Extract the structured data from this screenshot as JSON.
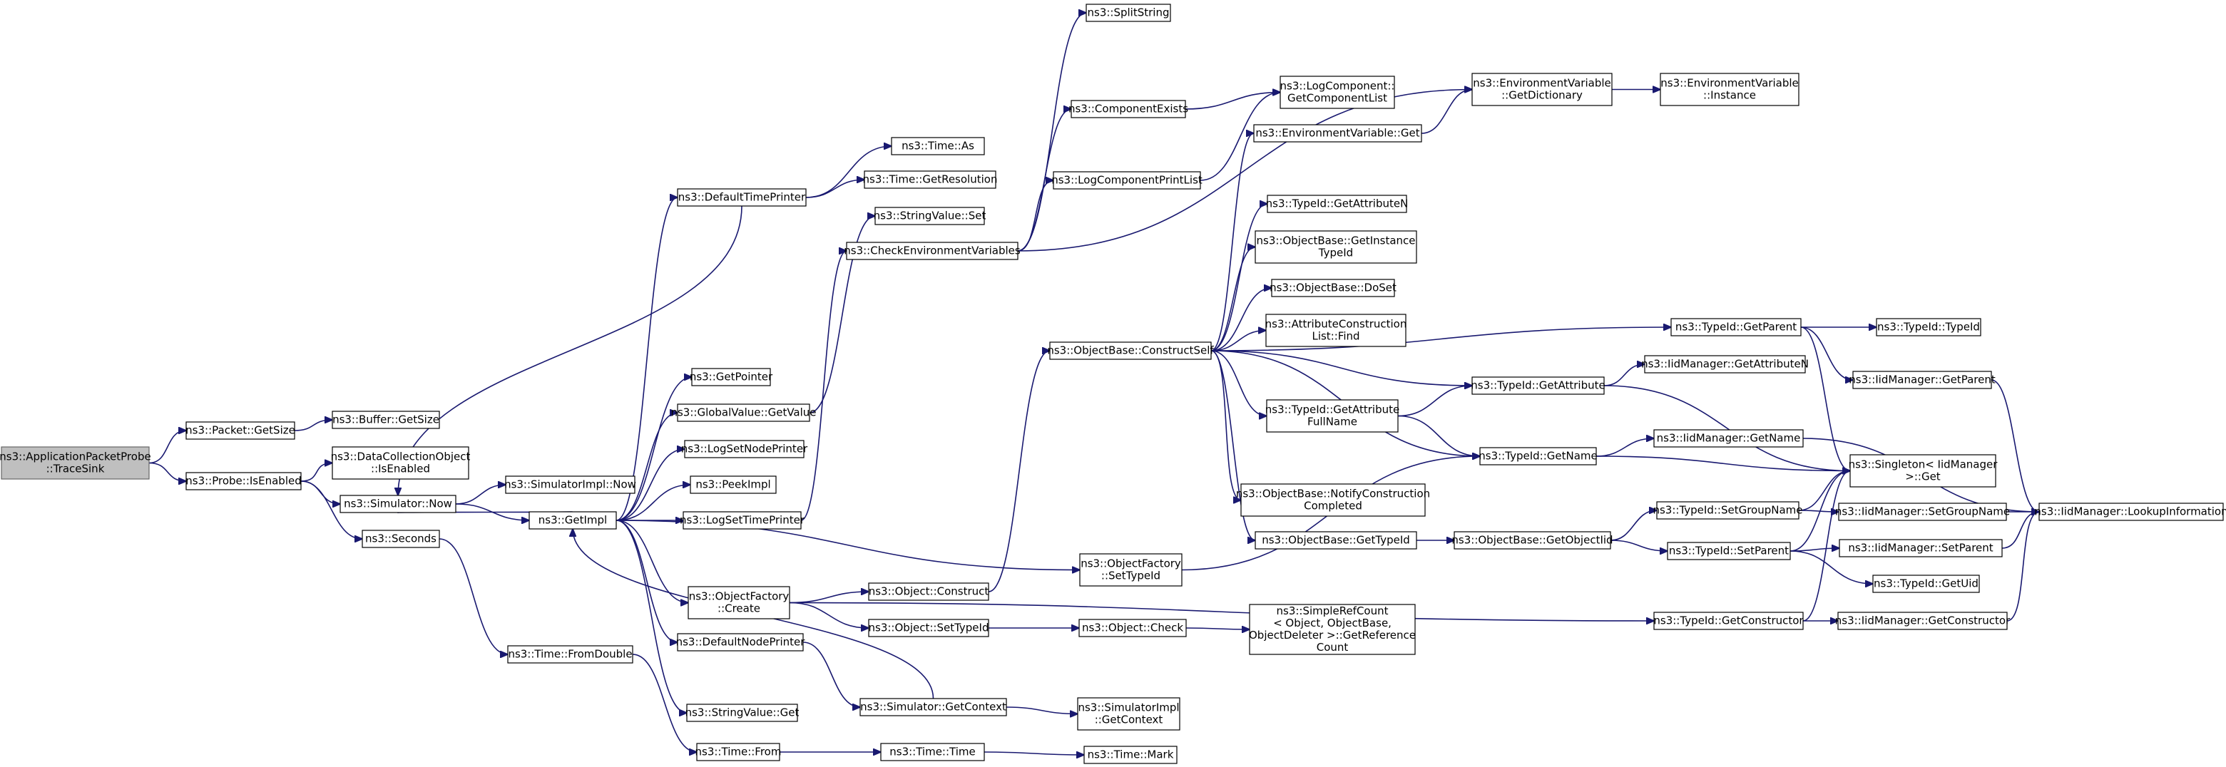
{
  "nodes": [
    {
      "id": "root",
      "lines": [
        "ns3::ApplicationPacketProbe",
        "::TraceSink"
      ]
    },
    {
      "id": "packet_getsize",
      "lines": [
        "ns3::Packet::GetSize"
      ]
    },
    {
      "id": "buffer_getsize",
      "lines": [
        "ns3::Buffer::GetSize"
      ]
    },
    {
      "id": "probe_isenabled",
      "lines": [
        "ns3::Probe::IsEnabled"
      ]
    },
    {
      "id": "dco_isenabled",
      "lines": [
        "ns3::DataCollectionObject",
        "::IsEnabled"
      ]
    },
    {
      "id": "sim_now",
      "lines": [
        "ns3::Simulator::Now"
      ]
    },
    {
      "id": "seconds",
      "lines": [
        "ns3::Seconds"
      ]
    },
    {
      "id": "simimpl_now",
      "lines": [
        "ns3::SimulatorImpl::Now"
      ]
    },
    {
      "id": "getimpl",
      "lines": [
        "ns3::GetImpl"
      ]
    },
    {
      "id": "time_fromdouble",
      "lines": [
        "ns3::Time::FromDouble"
      ]
    },
    {
      "id": "time_from",
      "lines": [
        "ns3::Time::From"
      ]
    },
    {
      "id": "time_time",
      "lines": [
        "ns3::Time::Time"
      ]
    },
    {
      "id": "time_mark",
      "lines": [
        "ns3::Time::Mark"
      ]
    },
    {
      "id": "defaulttimeprinter",
      "lines": [
        "ns3::DefaultTimePrinter"
      ]
    },
    {
      "id": "time_as",
      "lines": [
        "ns3::Time::As"
      ]
    },
    {
      "id": "time_getresolution",
      "lines": [
        "ns3::Time::GetResolution"
      ]
    },
    {
      "id": "getpointer",
      "lines": [
        "ns3::GetPointer"
      ]
    },
    {
      "id": "globalvalue_getvalue",
      "lines": [
        "ns3::GlobalValue::GetValue"
      ]
    },
    {
      "id": "stringvalue_set",
      "lines": [
        "ns3::StringValue::Set"
      ]
    },
    {
      "id": "logsetnodeprinter",
      "lines": [
        "ns3::LogSetNodePrinter"
      ]
    },
    {
      "id": "peekimpl",
      "lines": [
        "ns3::PeekImpl"
      ]
    },
    {
      "id": "logsettimeprinter",
      "lines": [
        "ns3::LogSetTimePrinter"
      ]
    },
    {
      "id": "checkenv",
      "lines": [
        "ns3::CheckEnvironmentVariables"
      ]
    },
    {
      "id": "splitstring",
      "lines": [
        "ns3::SplitString"
      ]
    },
    {
      "id": "componentexists",
      "lines": [
        "ns3::ComponentExists"
      ]
    },
    {
      "id": "logcomponentprintlist",
      "lines": [
        "ns3::LogComponentPrintList"
      ]
    },
    {
      "id": "logcomponent_getlist",
      "lines": [
        "ns3::LogComponent::",
        "GetComponentList"
      ]
    },
    {
      "id": "envvar_getdictionary",
      "lines": [
        "ns3::EnvironmentVariable",
        "::GetDictionary"
      ]
    },
    {
      "id": "envvar_instance",
      "lines": [
        "ns3::EnvironmentVariable",
        "::Instance"
      ]
    },
    {
      "id": "envvar_get",
      "lines": [
        "ns3::EnvironmentVariable::Get"
      ]
    },
    {
      "id": "objectfactory_create",
      "lines": [
        "ns3::ObjectFactory",
        "::Create"
      ]
    },
    {
      "id": "defaultnodeprinter",
      "lines": [
        "ns3::DefaultNodePrinter"
      ]
    },
    {
      "id": "stringvalue_get",
      "lines": [
        "ns3::StringValue::Get"
      ]
    },
    {
      "id": "object_construct",
      "lines": [
        "ns3::Object::Construct"
      ]
    },
    {
      "id": "object_settypeid",
      "lines": [
        "ns3::Object::SetTypeId"
      ]
    },
    {
      "id": "simulator_getcontext",
      "lines": [
        "ns3::Simulator::GetContext"
      ]
    },
    {
      "id": "objectfactory_settypeid",
      "lines": [
        "ns3::ObjectFactory",
        "::SetTypeId"
      ]
    },
    {
      "id": "object_check",
      "lines": [
        "ns3::Object::Check"
      ]
    },
    {
      "id": "simimpl_getcontext",
      "lines": [
        "ns3::SimulatorImpl",
        "::GetContext"
      ]
    },
    {
      "id": "simplerefcount",
      "lines": [
        "ns3::SimpleRefCount",
        "< Object, ObjectBase,",
        "ObjectDeleter >::GetReference",
        "Count"
      ]
    },
    {
      "id": "objectbase_constructself",
      "lines": [
        "ns3::ObjectBase::ConstructSelf"
      ]
    },
    {
      "id": "typeid_getattributen",
      "lines": [
        "ns3::TypeId::GetAttributeN"
      ]
    },
    {
      "id": "objectbase_getinstancetypeid",
      "lines": [
        "ns3::ObjectBase::GetInstance",
        "TypeId"
      ]
    },
    {
      "id": "objectbase_doset",
      "lines": [
        "ns3::ObjectBase::DoSet"
      ]
    },
    {
      "id": "attributeconstructionlist_find",
      "lines": [
        "ns3::AttributeConstruction",
        "List::Find"
      ]
    },
    {
      "id": "typeid_getattributefullname",
      "lines": [
        "ns3::TypeId::GetAttribute",
        "FullName"
      ]
    },
    {
      "id": "objectbase_notifyconstructioncompleted",
      "lines": [
        "ns3::ObjectBase::NotifyConstruction",
        "Completed"
      ]
    },
    {
      "id": "objectbase_gettypeid",
      "lines": [
        "ns3::ObjectBase::GetTypeId"
      ]
    },
    {
      "id": "typeid_getattribute",
      "lines": [
        "ns3::TypeId::GetAttribute"
      ]
    },
    {
      "id": "typeid_getname",
      "lines": [
        "ns3::TypeId::GetName"
      ]
    },
    {
      "id": "objectbase_getobjectiid",
      "lines": [
        "ns3::ObjectBase::GetObjectIid"
      ]
    },
    {
      "id": "typeid_getparent",
      "lines": [
        "ns3::TypeId::GetParent"
      ]
    },
    {
      "id": "typeid_typeid",
      "lines": [
        "ns3::TypeId::TypeId"
      ]
    },
    {
      "id": "iidmanager_getattributen",
      "lines": [
        "ns3::IidManager::GetAttributeN"
      ]
    },
    {
      "id": "iidmanager_getparent",
      "lines": [
        "ns3::IidManager::GetParent"
      ]
    },
    {
      "id": "iidmanager_getname",
      "lines": [
        "ns3::IidManager::GetName"
      ]
    },
    {
      "id": "typeid_setgroupname",
      "lines": [
        "ns3::TypeId::SetGroupName"
      ]
    },
    {
      "id": "typeid_setparent",
      "lines": [
        "ns3::TypeId::SetParent"
      ]
    },
    {
      "id": "typeid_getconstructor",
      "lines": [
        "ns3::TypeId::GetConstructor"
      ]
    },
    {
      "id": "singleton_get",
      "lines": [
        "ns3::Singleton< IidManager",
        " >::Get"
      ]
    },
    {
      "id": "iidmanager_setgroupname",
      "lines": [
        "ns3::IidManager::SetGroupName"
      ]
    },
    {
      "id": "iidmanager_setparent",
      "lines": [
        "ns3::IidManager::SetParent"
      ]
    },
    {
      "id": "typeid_getuid",
      "lines": [
        "ns3::TypeId::GetUid"
      ]
    },
    {
      "id": "iidmanager_getconstructor",
      "lines": [
        "ns3::IidManager::GetConstructor"
      ]
    },
    {
      "id": "iidmanager_lookupinformation",
      "lines": [
        "ns3::IidManager::LookupInformation"
      ]
    }
  ],
  "edges": [
    [
      "root",
      "packet_getsize"
    ],
    [
      "root",
      "probe_isenabled"
    ],
    [
      "packet_getsize",
      "buffer_getsize"
    ],
    [
      "probe_isenabled",
      "dco_isenabled"
    ],
    [
      "probe_isenabled",
      "sim_now"
    ],
    [
      "probe_isenabled",
      "seconds"
    ],
    [
      "sim_now",
      "simimpl_now"
    ],
    [
      "sim_now",
      "getimpl"
    ],
    [
      "seconds",
      "time_fromdouble"
    ],
    [
      "time_fromdouble",
      "time_from"
    ],
    [
      "time_from",
      "time_time"
    ],
    [
      "time_time",
      "time_mark"
    ],
    [
      "getimpl",
      "sim_now"
    ],
    [
      "getimpl",
      "defaulttimeprinter"
    ],
    [
      "getimpl",
      "getpointer"
    ],
    [
      "getimpl",
      "globalvalue_getvalue"
    ],
    [
      "getimpl",
      "logsetnodeprinter"
    ],
    [
      "getimpl",
      "peekimpl"
    ],
    [
      "getimpl",
      "logsettimeprinter"
    ],
    [
      "getimpl",
      "objectfactory_settypeid"
    ],
    [
      "getimpl",
      "objectfactory_create"
    ],
    [
      "getimpl",
      "defaultnodeprinter"
    ],
    [
      "getimpl",
      "stringvalue_get"
    ],
    [
      "defaulttimeprinter",
      "sim_now"
    ],
    [
      "defaulttimeprinter",
      "time_as"
    ],
    [
      "defaulttimeprinter",
      "time_getresolution"
    ],
    [
      "globalvalue_getvalue",
      "stringvalue_set"
    ],
    [
      "logsettimeprinter",
      "checkenv"
    ],
    [
      "checkenv",
      "splitstring"
    ],
    [
      "checkenv",
      "componentexists"
    ],
    [
      "checkenv",
      "logcomponentprintlist"
    ],
    [
      "checkenv",
      "envvar_getdictionary"
    ],
    [
      "componentexists",
      "logcomponent_getlist"
    ],
    [
      "logcomponentprintlist",
      "logcomponent_getlist"
    ],
    [
      "envvar_getdictionary",
      "envvar_instance"
    ],
    [
      "envvar_get",
      "envvar_getdictionary"
    ],
    [
      "objectfactory_create",
      "object_construct"
    ],
    [
      "objectfactory_create",
      "object_settypeid"
    ],
    [
      "objectfactory_create",
      "typeid_getconstructor"
    ],
    [
      "object_construct",
      "objectbase_constructself"
    ],
    [
      "object_settypeid",
      "object_check"
    ],
    [
      "object_check",
      "simplerefcount"
    ],
    [
      "defaultnodeprinter",
      "simulator_getcontext"
    ],
    [
      "simulator_getcontext",
      "getimpl"
    ],
    [
      "simulator_getcontext",
      "simimpl_getcontext"
    ],
    [
      "objectfactory_settypeid",
      "typeid_getname"
    ],
    [
      "objectbase_constructself",
      "envvar_get"
    ],
    [
      "objectbase_constructself",
      "typeid_getattributen"
    ],
    [
      "objectbase_constructself",
      "objectbase_getinstancetypeid"
    ],
    [
      "objectbase_constructself",
      "objectbase_doset"
    ],
    [
      "objectbase_constructself",
      "attributeconstructionlist_find"
    ],
    [
      "objectbase_constructself",
      "typeid_getattributefullname"
    ],
    [
      "objectbase_constructself",
      "objectbase_notifyconstructioncompleted"
    ],
    [
      "objectbase_constructself",
      "objectbase_gettypeid"
    ],
    [
      "objectbase_constructself",
      "typeid_getattribute"
    ],
    [
      "objectbase_constructself",
      "typeid_getname"
    ],
    [
      "objectbase_constructself",
      "typeid_getparent"
    ],
    [
      "typeid_getattributefullname",
      "typeid_getattribute"
    ],
    [
      "typeid_getattributefullname",
      "typeid_getname"
    ],
    [
      "objectbase_gettypeid",
      "objectbase_getobjectiid"
    ],
    [
      "objectbase_getobjectiid",
      "typeid_setgroupname"
    ],
    [
      "objectbase_getobjectiid",
      "typeid_setparent"
    ],
    [
      "typeid_getattribute",
      "iidmanager_getattributen"
    ],
    [
      "typeid_getattribute",
      "singleton_get"
    ],
    [
      "typeid_getname",
      "iidmanager_getname"
    ],
    [
      "typeid_getname",
      "singleton_get"
    ],
    [
      "typeid_getparent",
      "typeid_typeid"
    ],
    [
      "typeid_getparent",
      "iidmanager_getparent"
    ],
    [
      "typeid_getparent",
      "singleton_get"
    ],
    [
      "iidmanager_getparent",
      "iidmanager_lookupinformation"
    ],
    [
      "iidmanager_getname",
      "iidmanager_lookupinformation"
    ],
    [
      "typeid_setgroupname",
      "singleton_get"
    ],
    [
      "typeid_setgroupname",
      "iidmanager_setgroupname"
    ],
    [
      "typeid_setparent",
      "singleton_get"
    ],
    [
      "typeid_setparent",
      "iidmanager_setparent"
    ],
    [
      "typeid_setparent",
      "typeid_getuid"
    ],
    [
      "typeid_getconstructor",
      "singleton_get"
    ],
    [
      "typeid_getconstructor",
      "iidmanager_getconstructor"
    ],
    [
      "iidmanager_setgroupname",
      "iidmanager_lookupinformation"
    ],
    [
      "iidmanager_setparent",
      "iidmanager_lookupinformation"
    ],
    [
      "iidmanager_getconstructor",
      "iidmanager_lookupinformation"
    ]
  ]
}
